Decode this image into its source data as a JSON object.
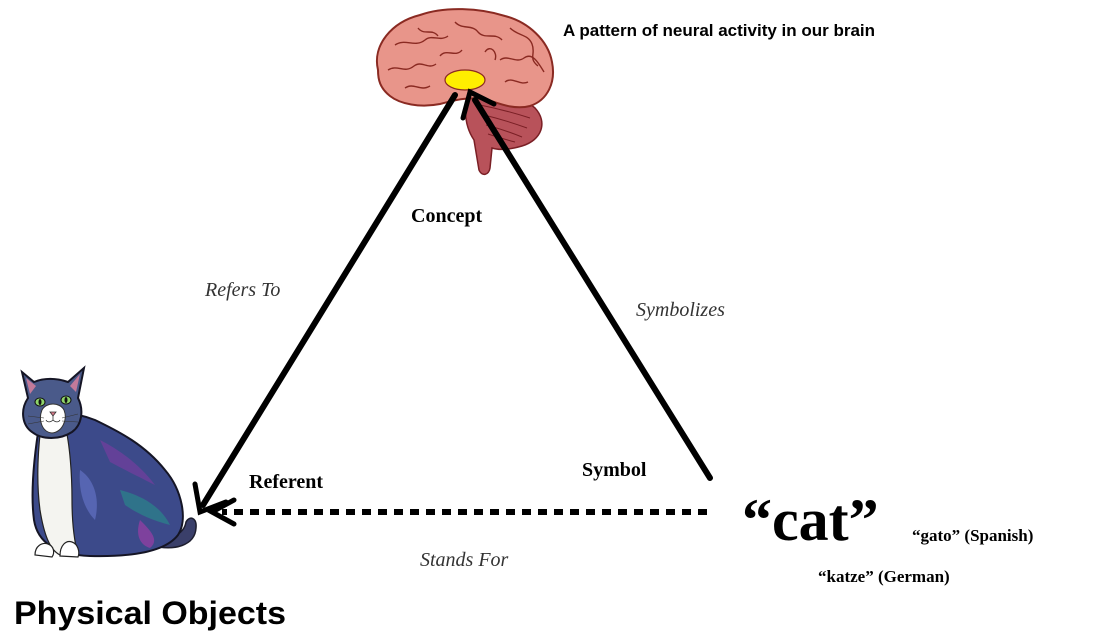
{
  "brain_caption": "A pattern of neural activity in our brain",
  "nodes": {
    "concept": "Concept",
    "referent": "Referent",
    "symbol": "Symbol"
  },
  "edges": {
    "refers_to": "Refers To",
    "symbolizes": "Symbolizes",
    "stands_for": "Stands For"
  },
  "word": "“cat”",
  "translations": [
    "“gato” (Spanish)",
    "“katze” (German)"
  ],
  "objects_label": "Physical Objects",
  "colors": {
    "brain": "#e8958a",
    "brain_outline": "#8a2a22",
    "cerebellum": "#b8525a",
    "brain_highlight": "#ffee00",
    "arrow": "#000000",
    "text": "#000000",
    "text_muted": "#333333"
  },
  "icons": [
    "brain-icon",
    "cat-icon"
  ]
}
